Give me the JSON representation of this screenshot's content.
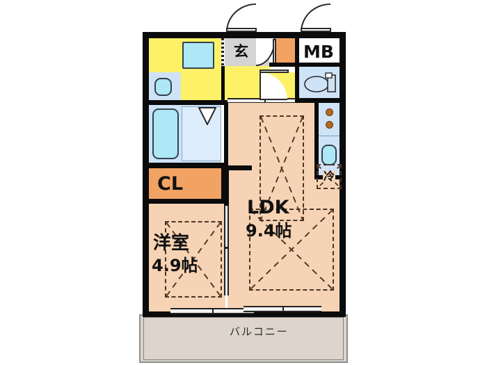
{
  "document": {
    "type": "floor-plan",
    "language": "ja",
    "layout_code": "1LDK"
  },
  "rooms": [
    {
      "key": "ldk",
      "name": "LDK",
      "size": "9.4帖",
      "floor_color": "#f6d3b4"
    },
    {
      "key": "bedroom",
      "name": "洋室",
      "size": "4.9帖",
      "floor_color": "#f6d3b4"
    },
    {
      "key": "closet",
      "name": "CL",
      "floor_color": "#f2a263"
    },
    {
      "key": "entrance",
      "name": "玄",
      "floor_color": "#d4d4d4"
    },
    {
      "key": "meter_box",
      "name": "MB",
      "floor_color": "#ffffff"
    },
    {
      "key": "balcony",
      "name": "バルコニー",
      "floor_color": "#ddd5cc"
    }
  ],
  "labels": {
    "ldk_name": "LDK",
    "ldk_size": "9.4帖",
    "bedroom_name": "洋室",
    "bedroom_size": "4.9帖",
    "closet": "CL",
    "entrance": "玄",
    "meter_box": "MB",
    "refrigerator": "冷",
    "balcony": "バルコニー"
  },
  "fixtures": [
    {
      "key": "toilet",
      "icon": "toilet-icon",
      "area": "toilet-room"
    },
    {
      "key": "bathtub",
      "icon": "bathtub-icon",
      "area": "bath-unit"
    },
    {
      "key": "shower-space",
      "icon": "shower-space-icon",
      "area": "bath-unit"
    },
    {
      "key": "washbasin",
      "icon": "washbasin-icon",
      "area": "washroom"
    },
    {
      "key": "washing-machine",
      "icon": "washing-machine-icon",
      "area": "washroom"
    },
    {
      "key": "stove",
      "icon": "stove-icon",
      "area": "kitchen",
      "burners": 2
    },
    {
      "key": "sink",
      "icon": "sink-icon",
      "area": "kitchen"
    },
    {
      "key": "refrigerator",
      "icon": "refrigerator-icon",
      "area": "kitchen"
    },
    {
      "key": "shoe-closet",
      "icon": "shoe-closet-icon",
      "area": "entrance"
    }
  ],
  "doors": [
    {
      "key": "entrance-door",
      "type": "hinged",
      "swing": "top-left"
    },
    {
      "key": "meter-box-door",
      "type": "hinged",
      "swing": "top-left"
    },
    {
      "key": "genkan-inner-door",
      "type": "hinged",
      "swing": "right"
    },
    {
      "key": "ldk-hall-door",
      "type": "hinged",
      "swing": "bottom-left"
    },
    {
      "key": "bath-door",
      "type": "folding",
      "swing": "none"
    },
    {
      "key": "ldk-balcony-window",
      "type": "sliding",
      "swing": "none"
    },
    {
      "key": "bedroom-balcony-window",
      "type": "sliding",
      "swing": "none"
    },
    {
      "key": "bedroom-ldk-door",
      "type": "sliding",
      "swing": "none"
    },
    {
      "key": "ldk-hall-entry",
      "type": "sliding",
      "swing": "none"
    }
  ],
  "colors": {
    "wall": "#0b0b0b",
    "room_floor": "#f6d3b4",
    "closet_floor": "#f2a263",
    "wet_area_floor": "#fdf267",
    "entrance_floor": "#d4d4d4",
    "bath_fill": "#cfe3f7",
    "tub_fill": "#aee7f5",
    "balcony_fill": "#ddd5cc",
    "burner": "#b06a25"
  }
}
